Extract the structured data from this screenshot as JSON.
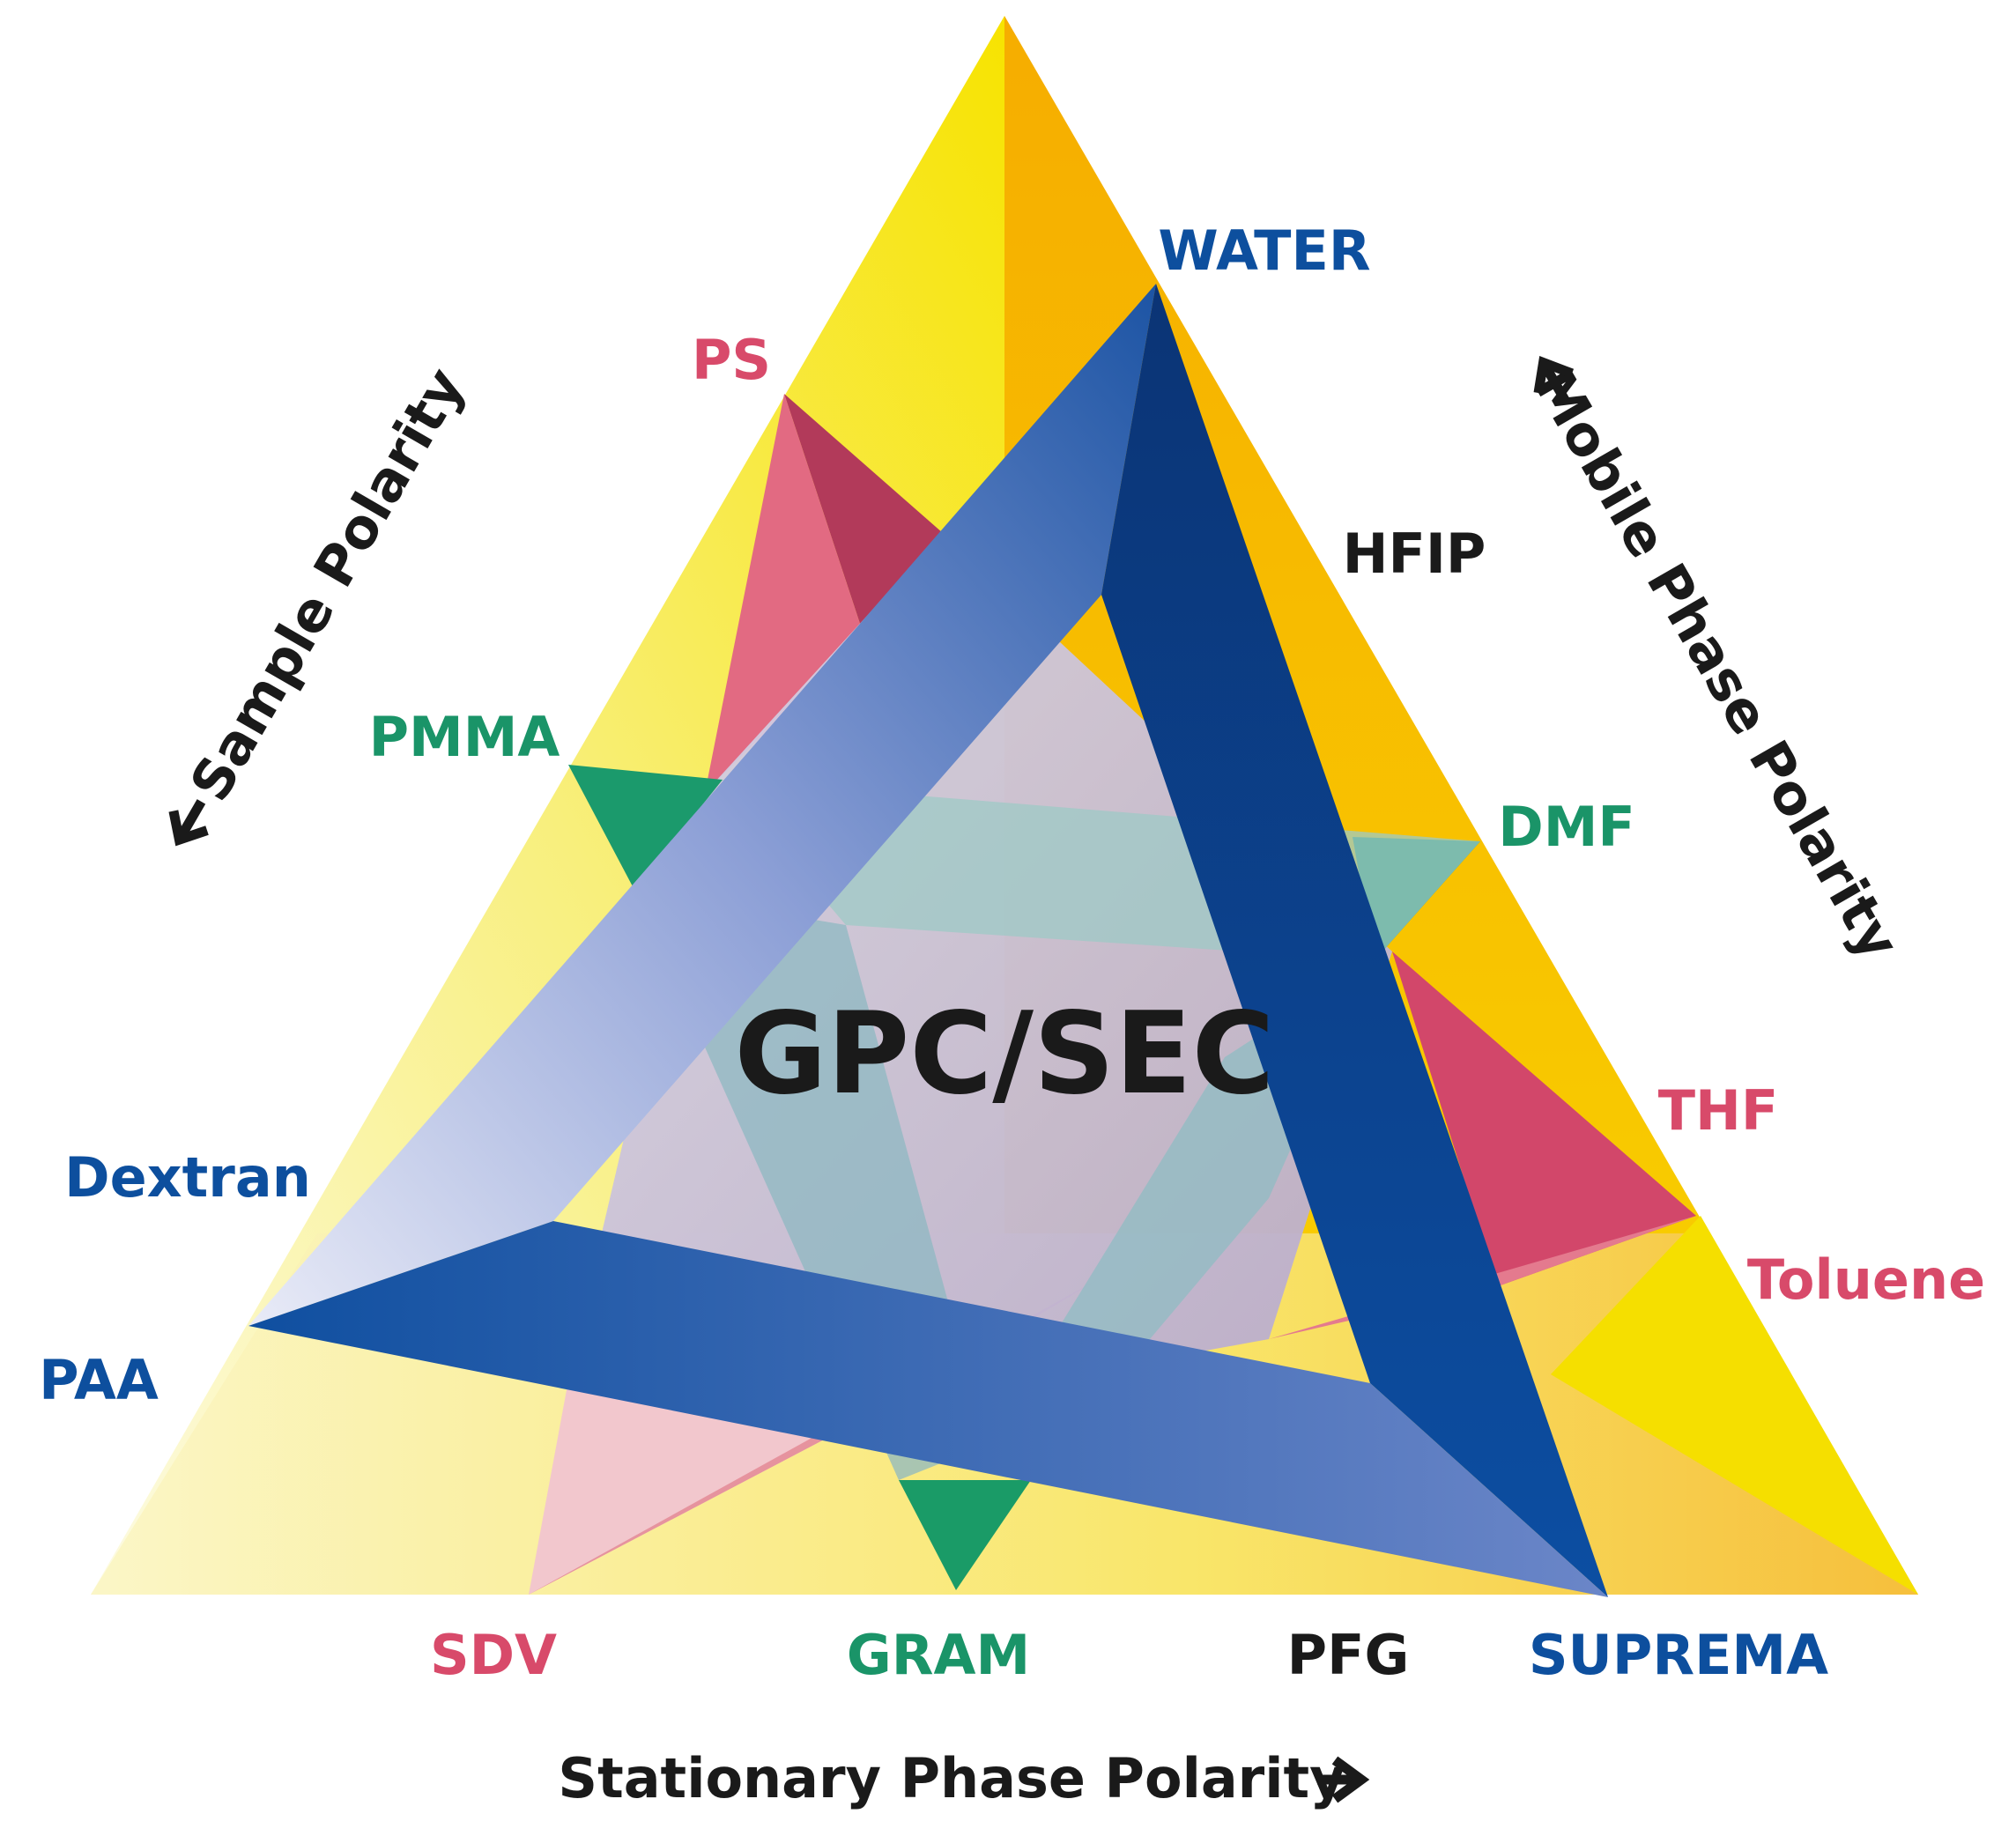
{
  "center_label": "GPC/SEC",
  "axes": {
    "sample": "Sample Polarity",
    "mobile": "Mobile Phase Polarity",
    "stationary": "Stationary Phase Polarity"
  },
  "samples": {
    "ps": "PS",
    "pmma": "PMMA",
    "dextran": "Dextran",
    "paa": "PAA"
  },
  "mobile_phases": {
    "water": "WATER",
    "hfip": "HFIP",
    "dmf": "DMF",
    "thf": "THF",
    "toluene": "Toluene"
  },
  "stationary_phases": {
    "sdv": "SDV",
    "gram": "GRAM",
    "pfg": "PFG",
    "suprema": "SUPREMA"
  },
  "colors": {
    "blue": "#0d4f9e",
    "pink": "#d84a6a",
    "green": "#1a9468",
    "black": "#1a1a1a",
    "yellow": "#f7e300",
    "orange": "#f5b000"
  }
}
